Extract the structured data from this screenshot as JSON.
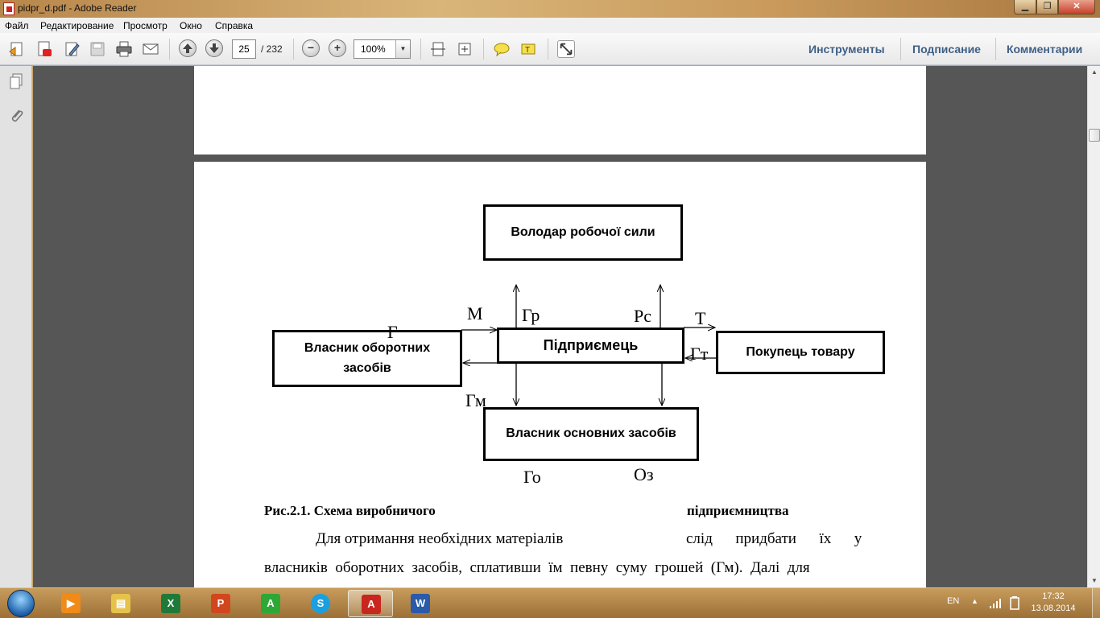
{
  "window": {
    "title": "pidpr_d.pdf - Adobe Reader"
  },
  "menu": [
    "Файл",
    "Редактирование",
    "Просмотр",
    "Окно",
    "Справка"
  ],
  "toolbar": {
    "page_current": "25",
    "page_total": "/ 232",
    "zoom": "100%",
    "minus": "−",
    "plus": "+",
    "tools": "Инструменты",
    "sign": "Подписание",
    "comments": "Комментарии"
  },
  "diagram": {
    "owner_labor": "Володар робочої сили",
    "owner_current": "Власник оборотних засобів",
    "entrepreneur": "Підприємець",
    "buyer": "Покупець товару",
    "owner_fixed": "Власник основних засобів",
    "labels": {
      "m": "М",
      "gr": "Гр",
      "rs": "Рс",
      "t": "Т",
      "g": "Г",
      "gt": "Гт",
      "gm": "Гм",
      "go": "Го",
      "oz": "Оз"
    }
  },
  "caption": {
    "left": "Рис.2.1.   Схема   виробничого",
    "right": "підприємництва"
  },
  "paragraph": {
    "line1_left": "Для  отримання  необхідних  матеріалів",
    "line1_right": "слід      придбати      їх      у",
    "line2": "власників  оборотних  засобів,  сплативши  їм  певну  суму  грошей  (Гм).  Далі  для"
  },
  "taskbar": {
    "lang": "EN",
    "time": "17:32",
    "date": "13.08.2014"
  }
}
